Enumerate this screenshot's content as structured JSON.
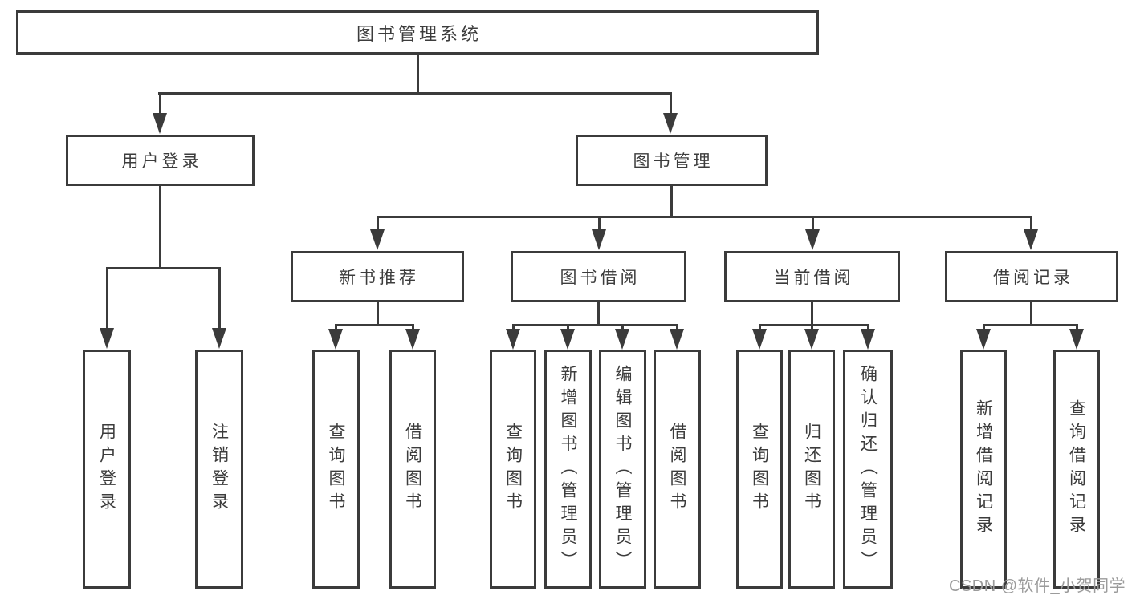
{
  "diagram": {
    "type": "tree",
    "title": "图书管理系统",
    "colors": {
      "line": "#3b3b3b",
      "text": "#3c3c3c",
      "box_fill": "#ffffff",
      "watermark": "#9b9b9b",
      "background": "#ffffff"
    },
    "nodes": {
      "root": {
        "label": "图书管理系统"
      },
      "login": {
        "label": "用户登录",
        "leaves": [
          "用户登录",
          "注销登录"
        ]
      },
      "mgmt": {
        "label": "图书管理",
        "groups": [
          {
            "label": "新书推荐",
            "leaves": [
              "查询图书",
              "借阅图书"
            ]
          },
          {
            "label": "图书借阅",
            "leaves": [
              "查询图书",
              "新增图书（管理员）",
              "编辑图书（管理员）",
              "借阅图书"
            ]
          },
          {
            "label": "当前借阅",
            "leaves": [
              "查询图书",
              "归还图书",
              "确认归还（管理员）"
            ]
          },
          {
            "label": "借阅记录",
            "leaves": [
              "新增借阅记录",
              "查询借阅记录"
            ]
          }
        ]
      }
    },
    "watermark": {
      "text": "CSDN @软件_小贺同学"
    }
  }
}
